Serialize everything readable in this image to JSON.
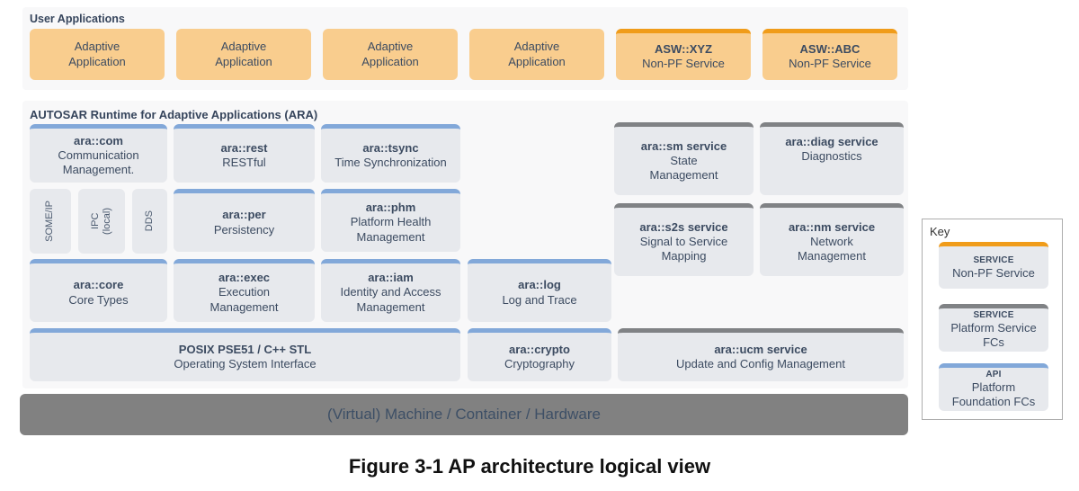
{
  "colors": {
    "app_orange_fill": "#f9cd8e",
    "accent_orange_border": "#f09c1a",
    "api_blue_border": "#82a8d9",
    "service_gray_border": "#808285",
    "block_gray_fill": "#e7e9ed",
    "panel_background": "#f8f8f9",
    "hardware_gray": "#818181",
    "text_slate": "#3c4b61"
  },
  "user_applications": {
    "label": "User Applications",
    "boxes": [
      {
        "title": "",
        "sub": "Adaptive\nApplication"
      },
      {
        "title": "",
        "sub": "Adaptive\nApplication"
      },
      {
        "title": "",
        "sub": "Adaptive\nApplication"
      },
      {
        "title": "",
        "sub": "Adaptive\nApplication"
      },
      {
        "title": "ASW::XYZ",
        "sub": "Non-PF Service"
      },
      {
        "title": "ASW::ABC",
        "sub": "Non-PF Service"
      }
    ]
  },
  "ara": {
    "label": "AUTOSAR Runtime for Adaptive Applications (ARA)",
    "boxes": {
      "com": {
        "title": "ara::com",
        "sub": "Communication\nManagement."
      },
      "rest": {
        "title": "ara::rest",
        "sub": "RESTful"
      },
      "tsync": {
        "title": "ara::tsync",
        "sub": "Time Synchronization"
      },
      "someip": {
        "sub": "SOME/IP"
      },
      "ipc": {
        "sub": "IPC\n(local)"
      },
      "dds": {
        "sub": "DDS"
      },
      "per": {
        "title": "ara::per",
        "sub": "Persistency"
      },
      "phm": {
        "title": "ara::phm",
        "sub": "Platform Health\nManagement"
      },
      "core": {
        "title": "ara::core",
        "sub": "Core Types"
      },
      "exec": {
        "title": "ara::exec",
        "sub": "Execution\nManagement"
      },
      "iam": {
        "title": "ara::iam",
        "sub": "Identity and Access\nManagement"
      },
      "log": {
        "title": "ara::log",
        "sub": "Log and Trace"
      },
      "posix": {
        "title": "POSIX PSE51 / C++ STL",
        "sub": "Operating System Interface"
      },
      "crypto": {
        "title": "ara::crypto",
        "sub": "Cryptography"
      },
      "sm": {
        "title": "ara::sm service",
        "sub": "State\nManagement"
      },
      "diag": {
        "title": "ara::diag service",
        "sub": "Diagnostics"
      },
      "s2s": {
        "title": "ara::s2s service",
        "sub": "Signal to Service\nMapping"
      },
      "nm": {
        "title": "ara::nm service",
        "sub": "Network\nManagement"
      },
      "ucm": {
        "title": "ara::ucm service",
        "sub": "Update and Config Management"
      }
    }
  },
  "hardware_bar": {
    "label": "(Virtual) Machine / Container / Hardware"
  },
  "caption": "Figure 3-1 AP architecture logical view",
  "key": {
    "label": "Key",
    "items": [
      {
        "title": "SERVICE",
        "sub": "Non-PF Service"
      },
      {
        "title": "SERVICE",
        "sub": "Platform Service\nFCs"
      },
      {
        "title": "API",
        "sub": "Platform\nFoundation FCs"
      }
    ]
  }
}
